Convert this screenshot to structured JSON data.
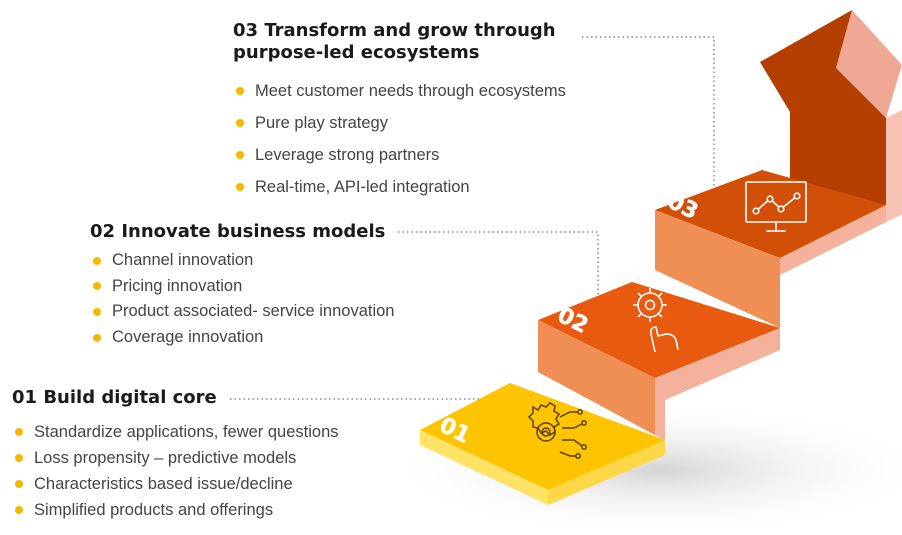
{
  "steps": [
    {
      "number": "01",
      "title": "01 Build digital core",
      "items": [
        "Standardize applications, fewer questions",
        "Loss propensity – predictive models",
        "Characteristics based issue/decline",
        "Simplified products and offerings"
      ],
      "icon": "brain-gear-icon",
      "color": "#ffc400"
    },
    {
      "number": "02",
      "title": "02 Innovate business models",
      "items": [
        "Channel innovation",
        "Pricing innovation",
        "Product associated- service innovation",
        "Coverage innovation"
      ],
      "icon": "gear-hand-icon",
      "color": "#e85a0f"
    },
    {
      "number": "03",
      "title_line1": "03 Transform and grow through",
      "title_line2": "purpose-led ecosystems",
      "items": [
        "Meet customer needs through ecosystems",
        "Pure play strategy",
        "Leverage strong partners",
        "Real-time, API-led integration"
      ],
      "icon": "monitor-chart-icon",
      "color": "#d24f08"
    }
  ],
  "colors": {
    "bullet": "#f5b800",
    "connector": "#888888"
  }
}
